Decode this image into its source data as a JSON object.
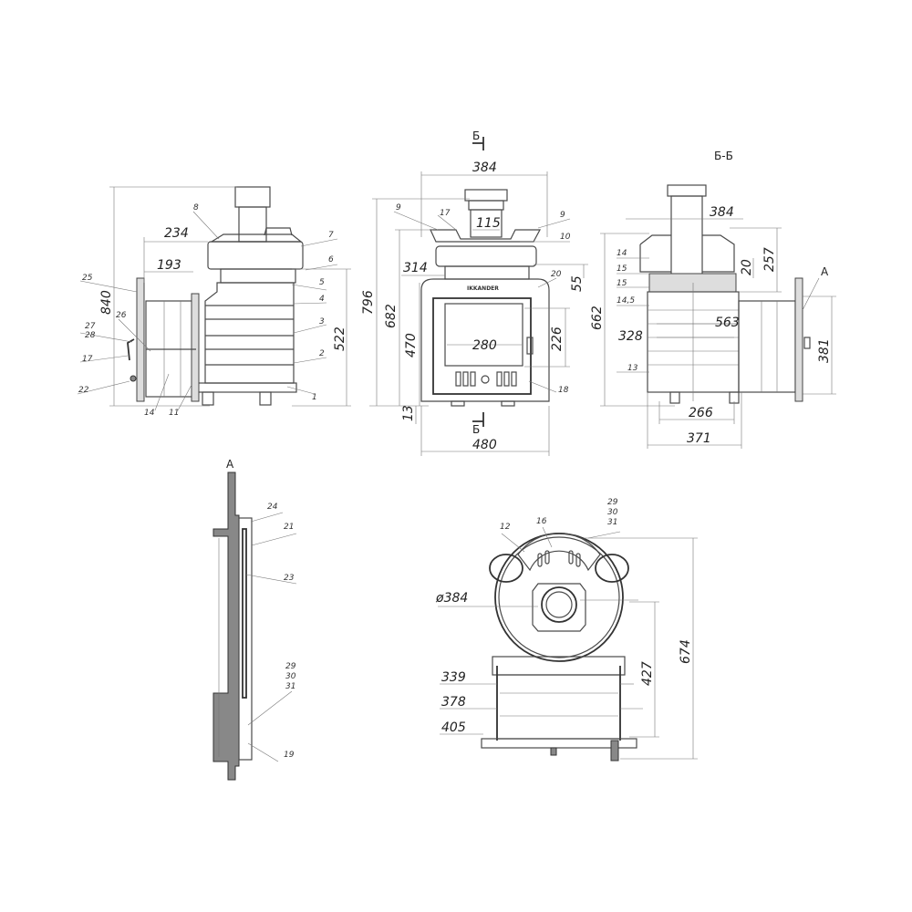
{
  "side_view": {
    "dims": [
      "234",
      "193",
      "840",
      "522"
    ],
    "callouts": [
      "8",
      "7",
      "6",
      "5",
      "4",
      "3",
      "2",
      "1",
      "25",
      "26",
      "27",
      "28",
      "17",
      "22",
      "14",
      "11"
    ]
  },
  "front_view": {
    "section_mark": "Б",
    "dims": [
      "384",
      "115",
      "796",
      "682",
      "314",
      "470",
      "280",
      "226",
      "55",
      "13",
      "480"
    ],
    "callouts": [
      "9",
      "17",
      "9",
      "10",
      "20",
      "18"
    ],
    "brand": "IKKANDER"
  },
  "section_view": {
    "title": "Б-Б",
    "dims": [
      "384",
      "257",
      "20",
      "662",
      "563",
      "328",
      "381",
      "266",
      "371"
    ],
    "callouts": [
      "14",
      "15",
      "15",
      "14,5",
      "13",
      "A"
    ]
  },
  "detail_a": {
    "title": "A",
    "callouts": [
      "24",
      "21",
      "23",
      "29",
      "30",
      "31",
      "19"
    ]
  },
  "top_view": {
    "dims": [
      "ø384",
      "339",
      "378",
      "405",
      "427",
      "674"
    ],
    "callouts": [
      "12",
      "16",
      "29",
      "30",
      "31"
    ]
  }
}
